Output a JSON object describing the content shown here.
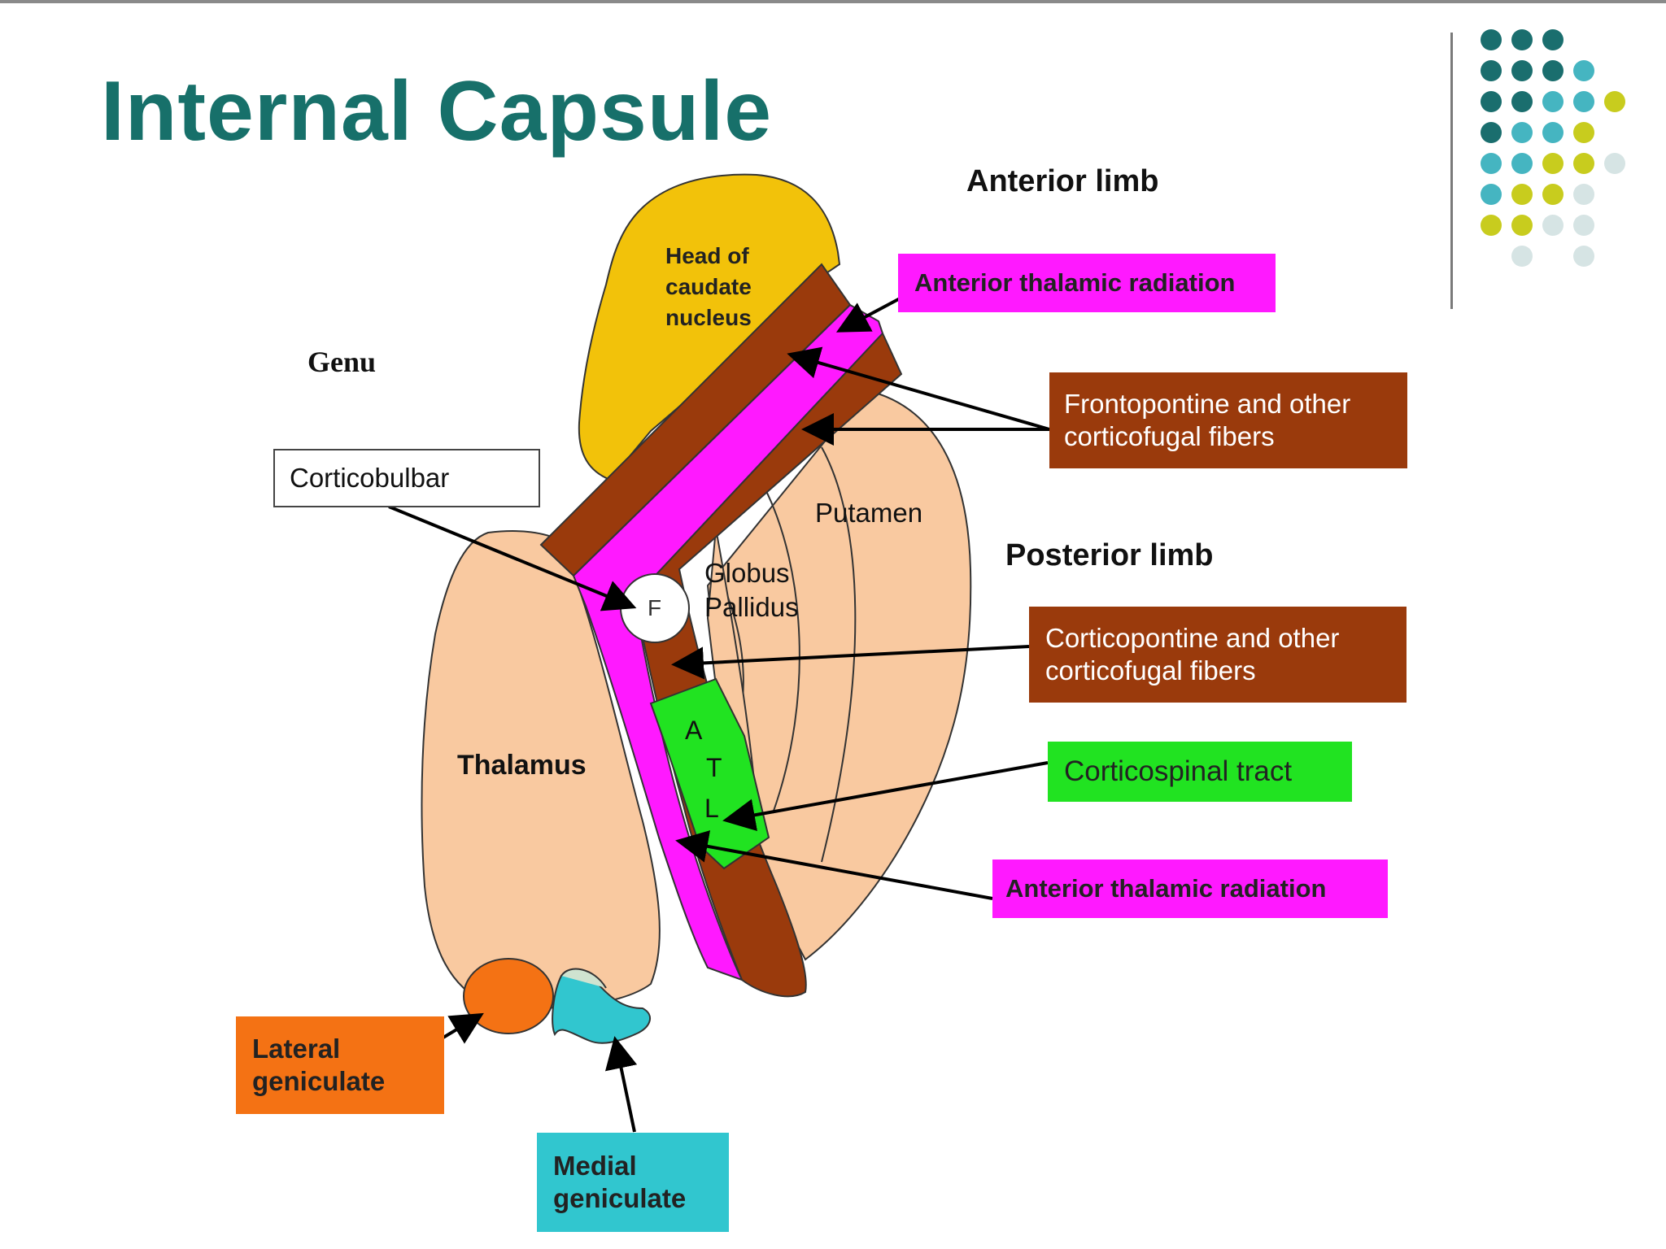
{
  "title": "Internal Capsule",
  "labels": {
    "anterior_limb": "Anterior limb",
    "posterior_limb": "Posterior limb",
    "genu": "Genu",
    "head_of_caudate_line1": "Head of",
    "head_of_caudate_line2": "caudate",
    "head_of_caudate_line3": "nucleus",
    "putamen": "Putamen",
    "globus_line1": "Globus",
    "globus_line2": "Pallidus",
    "thalamus": "Thalamus",
    "f_marker": "F",
    "atl_a": "A",
    "atl_t": "T",
    "atl_l": "L"
  },
  "boxes": {
    "anterior_thalamic_radiation_top": "Anterior thalamic radiation",
    "frontopontine_line1": "Frontopontine and other",
    "frontopontine_line2": "corticofugal fibers",
    "corticobulbar": "Corticobulbar",
    "corticopontine_line1": "Corticopontine and other",
    "corticopontine_line2": "corticofugal fibers",
    "corticospinal": "Corticospinal tract",
    "anterior_thalamic_radiation_bottom": "Anterior thalamic radiation",
    "lateral_geniculate_line1": "Lateral",
    "lateral_geniculate_line2": "geniculate",
    "medial_geniculate_line1": "Medial",
    "medial_geniculate_line2": "geniculate"
  },
  "colors": {
    "title_teal": "#17706a",
    "caudate_yellow": "#f2c20a",
    "fiber_brown": "#9a3a0c",
    "radiation_magenta": "#ff19ff",
    "peach": "#f9c9a0",
    "corticospinal_green": "#21e321",
    "lateral_orange": "#f47214",
    "medial_cyan": "#31c6cf"
  },
  "decor": {
    "dot_grid_icon": "dot-grid-icon"
  }
}
